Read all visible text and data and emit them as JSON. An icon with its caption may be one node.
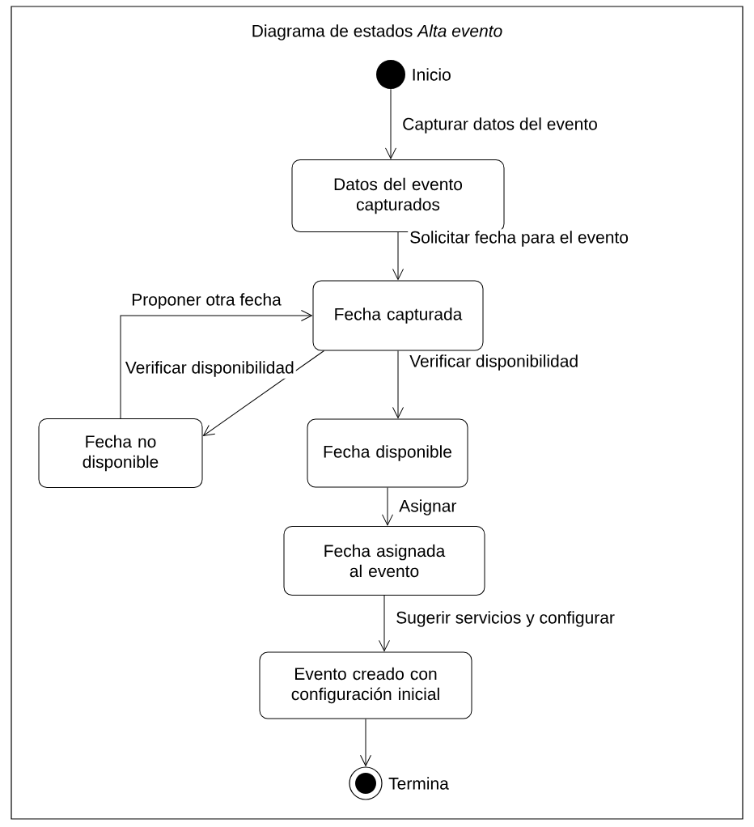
{
  "diagram": {
    "title": "Diagrama de estados *Alta evento*",
    "nodes": [
      {
        "text": [],
        "shape": "circle",
        "beside": [
          "Inicio"
        ]
      },
      {
        "text": [
          "Datos del evento capturados"
        ]
      },
      {
        "text": [
          "Fecha capturada"
        ]
      },
      {
        "text": [
          "Fecha no disponible"
        ]
      },
      {
        "text": [
          "Fecha disponible"
        ]
      },
      {
        "text": [
          "Fecha asignada al evento"
        ]
      },
      {
        "text": [
          "Evento creado con configuración inicial"
        ]
      },
      {
        "text": [],
        "shape": "circle",
        "beside": [
          "Termina"
        ]
      }
    ],
    "edges": [
      {
        "from": 0,
        "to": 1,
        "arrow": "to",
        "label": "Capturar datos del evento"
      },
      {
        "from": 1,
        "to": 2,
        "arrow": "to",
        "label": "Solicitar fecha para el evento"
      },
      {
        "from": 2,
        "to": 4,
        "arrow": "to",
        "label": "Verificar disponibilidad"
      },
      {
        "from": 2,
        "to": 3,
        "arrow": "to",
        "label": "Verificar disponibilidad"
      },
      {
        "from": 3,
        "to": 2,
        "arrow": "to",
        "label": "Proponer otra fecha"
      },
      {
        "from": 4,
        "to": 5,
        "arrow": "to",
        "label": "Asignar"
      },
      {
        "from": 5,
        "to": 6,
        "arrow": "to",
        "label": "Sugerir servicios y configurar"
      },
      {
        "from": 6,
        "to": 7,
        "arrow": "to"
      }
    ]
  }
}
